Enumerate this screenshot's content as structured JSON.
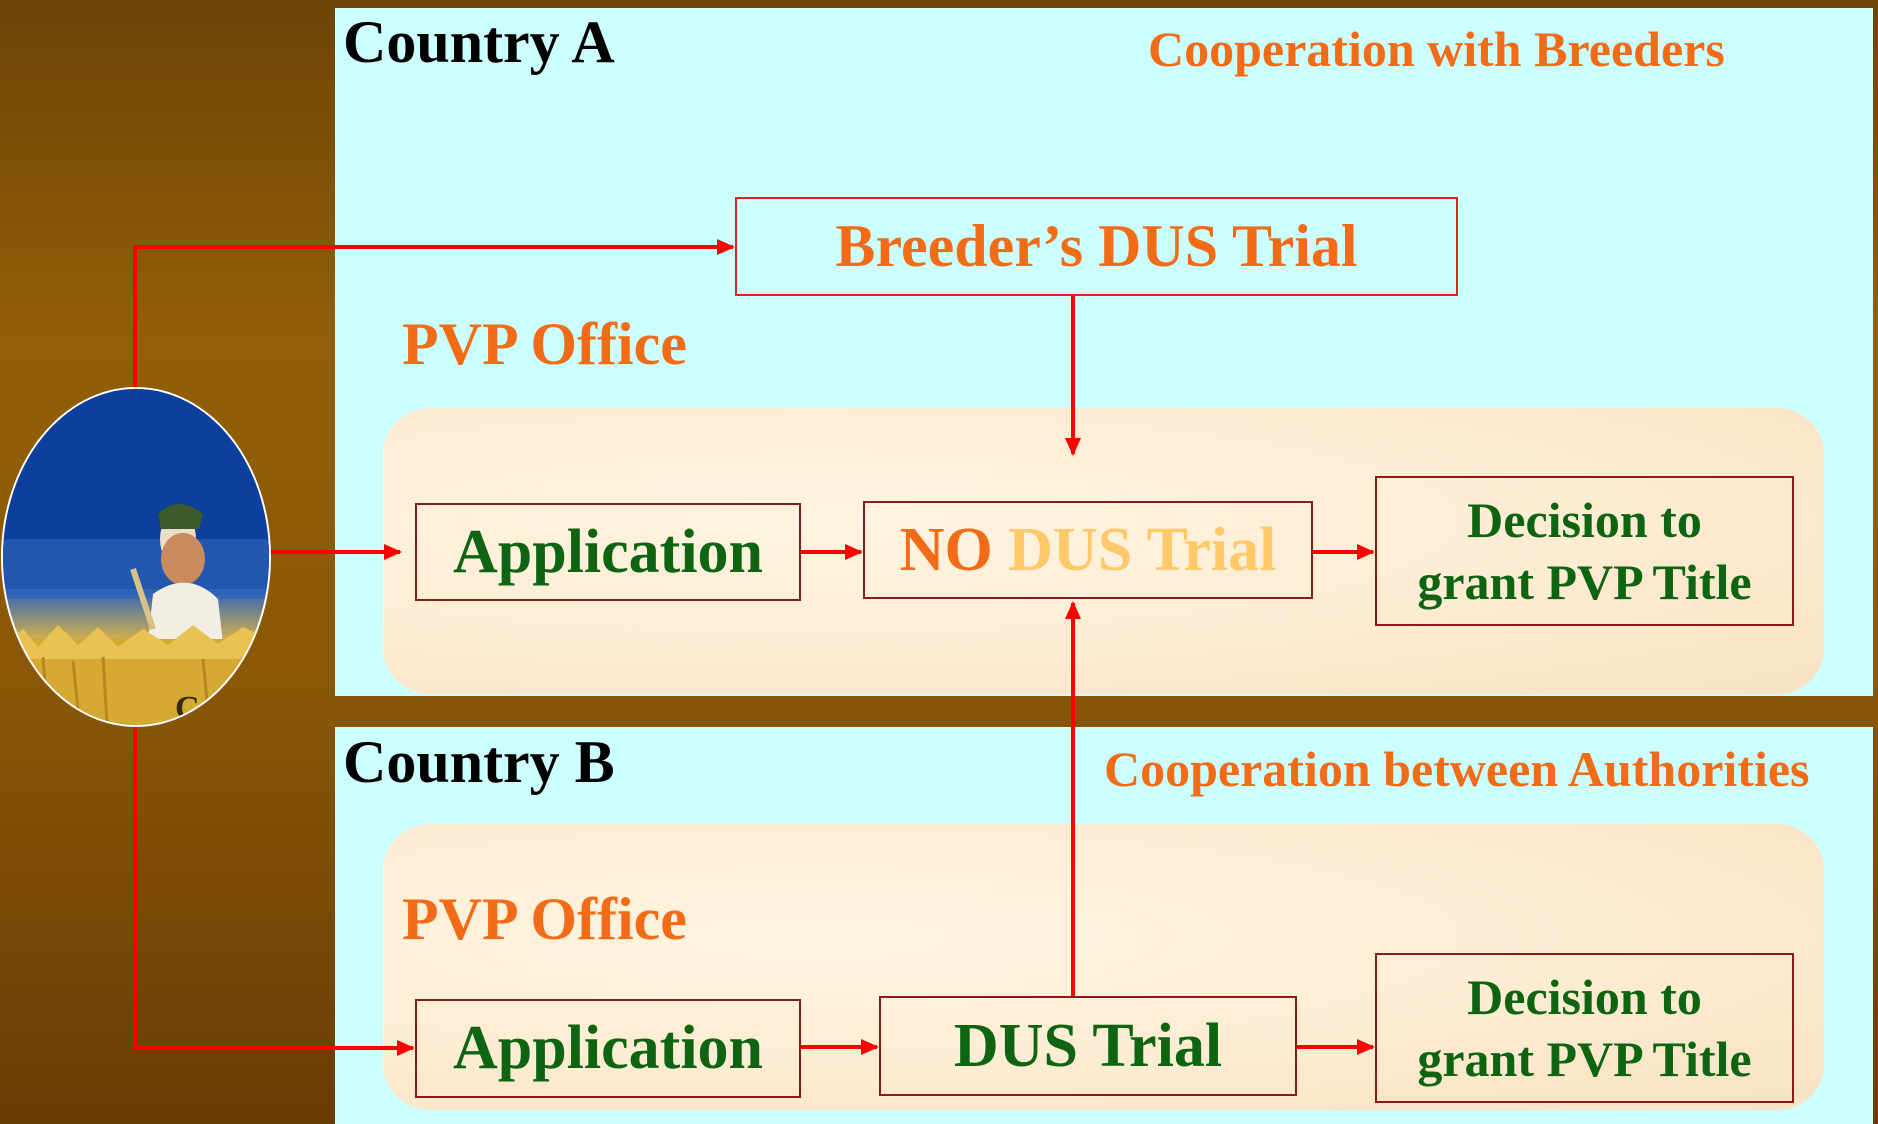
{
  "country_a": {
    "title": "Country A",
    "cooperation": "Cooperation with Breeders",
    "office_label": "PVP Office",
    "breeder_trial": "Breeder’s DUS Trial",
    "application": "Application",
    "no_dus": {
      "no": "NO",
      "dus_trial": "DUS Trial"
    },
    "decision": {
      "line1": "Decision to",
      "line2": "grant PVP Title"
    }
  },
  "country_b": {
    "title": "Country B",
    "cooperation": "Cooperation between Authorities",
    "office_label": "PVP Office",
    "application": "Application",
    "dus_trial": "DUS Trial",
    "decision": {
      "line1": "Decision to",
      "line2": "grant PVP Title"
    }
  },
  "colors": {
    "panel_bg": "#ccffff",
    "office_bg": "#fcecd2",
    "accent_orange": "#f26c18",
    "text_green": "#0f6412",
    "arrow_red": "#ff0000",
    "faded_dus": "#ffc96a"
  },
  "icons": {
    "applicant": "farmer-photo"
  }
}
